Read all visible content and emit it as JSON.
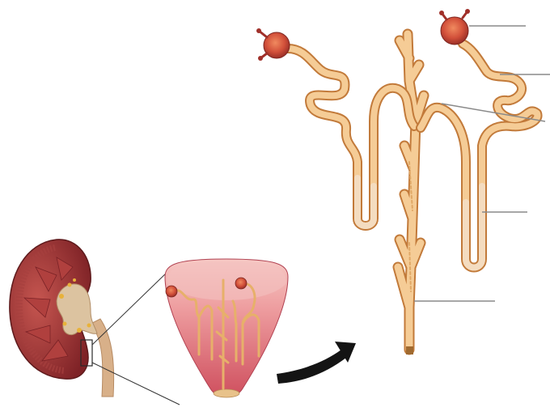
{
  "figure": {
    "subject": "kidney-nephron-anatomy",
    "parts": [
      {
        "id": "kidney",
        "icon": "kidney-icon"
      },
      {
        "id": "renal-pyramid",
        "icon": "renal-pyramid-icon"
      },
      {
        "id": "nephron-left",
        "icon": "nephron-icon"
      },
      {
        "id": "nephron-right",
        "icon": "nephron-icon"
      },
      {
        "id": "collecting-duct",
        "icon": "collecting-duct-icon"
      }
    ],
    "label_leaders": [
      {
        "id": "leader-1",
        "text": ""
      },
      {
        "id": "leader-2",
        "text": ""
      },
      {
        "id": "leader-3",
        "text": ""
      },
      {
        "id": "leader-4",
        "text": ""
      },
      {
        "id": "leader-5",
        "text": ""
      }
    ]
  },
  "colors": {
    "tubule_fill": "#f5cc96",
    "tubule_outline": "#c27a3a",
    "tubule_light": "#f4dcc0",
    "glomerulus": "#d2503a",
    "glomerulus_dark": "#a0302a",
    "vessel_dot": "#e8a13a",
    "kidney_cortex": "#8c2a2c",
    "kidney_medulla": "#b5433f",
    "kidney_inner": "#e69b86",
    "pelvis": "#dcc3a0",
    "ureter": "#d8b089",
    "pyramid_top": "#f1b7b4",
    "pyramid_bottom": "#cf4f5e",
    "arrow": "#141414",
    "leader_line": "#8a8a8a"
  }
}
